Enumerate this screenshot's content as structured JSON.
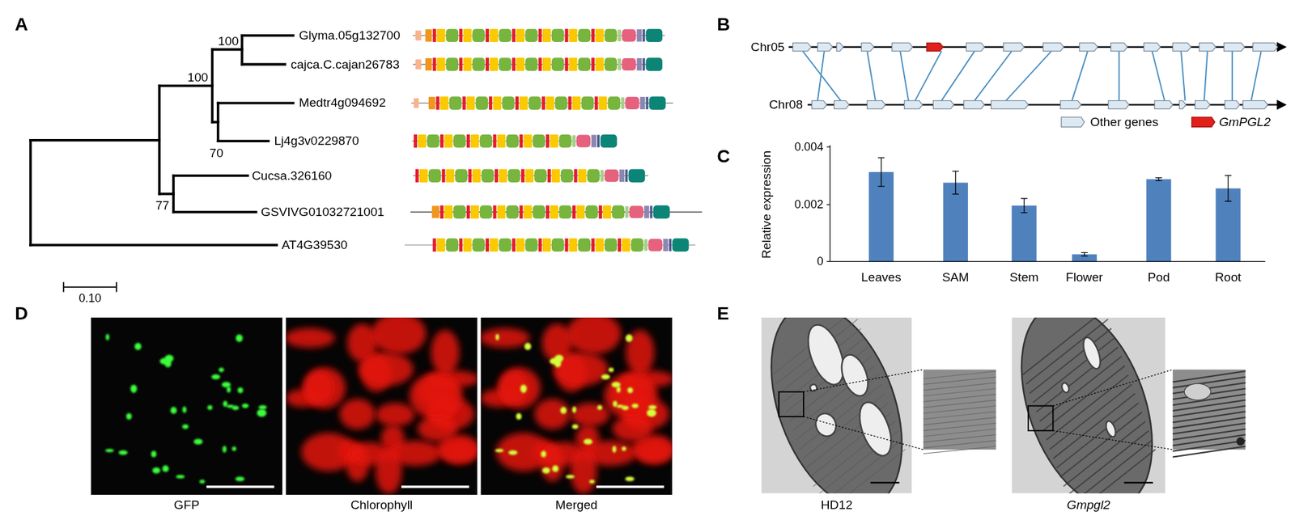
{
  "diagram": {
    "labels": [
      "A",
      "100",
      "Glyma.05g132700",
      "100",
      "cajca.C.cajan26783",
      "Medtr4g094692",
      "70",
      "Lj4g3v0229870",
      "Cucsa.326160",
      "77",
      "GSVIVG01032721001",
      "AT4G39530",
      "0.10",
      "B",
      "Chr05",
      "Chr08",
      "C",
      "0.004",
      "0.002",
      "0",
      "Relative expression",
      "Leaves",
      "SAM",
      "Stem",
      "Flower",
      "Pod",
      "Root",
      "D",
      "GFP",
      "Chlorophyll",
      "Merged",
      "E",
      "HD12",
      "Gmpgl2"
    ],
    "legend": [
      {
        "text": "Other genes",
        "color": "#dce8f2"
      },
      {
        "text": "GmPGL2",
        "color": "#e0201b"
      }
    ]
  }
}
